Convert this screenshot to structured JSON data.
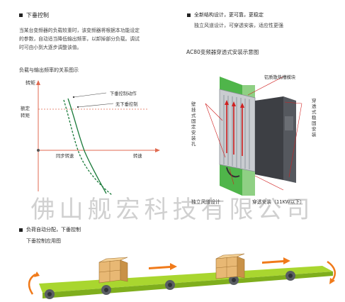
{
  "left_section": {
    "heading": "下垂控制",
    "paragraph_lines": [
      "当某台变频器的负载较重时，该变频器将根据本功能设定",
      "的参数，自动适当降低输出频率，以卸掉部分负载。调试",
      "时可由小到大逐步调整该值。"
    ],
    "chart_title": "负载与输出频率的关系图示"
  },
  "chart_data": {
    "type": "line",
    "ylabel": "转矩",
    "xlabel": "转速",
    "x_center_label": "同步转速",
    "y_marker_label_lines": [
      "额定",
      "转矩"
    ],
    "series": [
      {
        "name": "下垂控制动作",
        "style": "dashed",
        "color": "#1a7a3a"
      },
      {
        "name": "无下垂控制",
        "style": "solid",
        "color": "#1a7a3a"
      }
    ],
    "annotations": [
      {
        "text": "下垂控制动作",
        "target_series": 0
      },
      {
        "text": "无下垂控制",
        "target_series": 1
      }
    ]
  },
  "right_section": {
    "bullet_lines": [
      "全新结构设计，更可靠，更稳定",
      "独立风道设计，可穿透安装，适应性更强"
    ],
    "diagram_title": "AC80变频器穿透式安装示意图",
    "labels": {
      "heatsink": "铝质散热槽模块",
      "wall_mount": "壁挂式固定安装孔",
      "through_mount": "穿透式稳固安装",
      "air_duct": "独立风道设计",
      "through_install": "穿透安装（11KW以下）"
    }
  },
  "watermark": "佛山舰宏科技有限公司",
  "bottom_section": {
    "heading": "负荷自动分配，下垂控制",
    "subtitle": "下垂控制应用图"
  },
  "colors": {
    "chart_line": "#1a7a3a",
    "rated_line": "#e06a50",
    "panel_green": "#4fb54a",
    "belt_green": "#a9d62f",
    "arrow_orange": "#f07a1a"
  }
}
